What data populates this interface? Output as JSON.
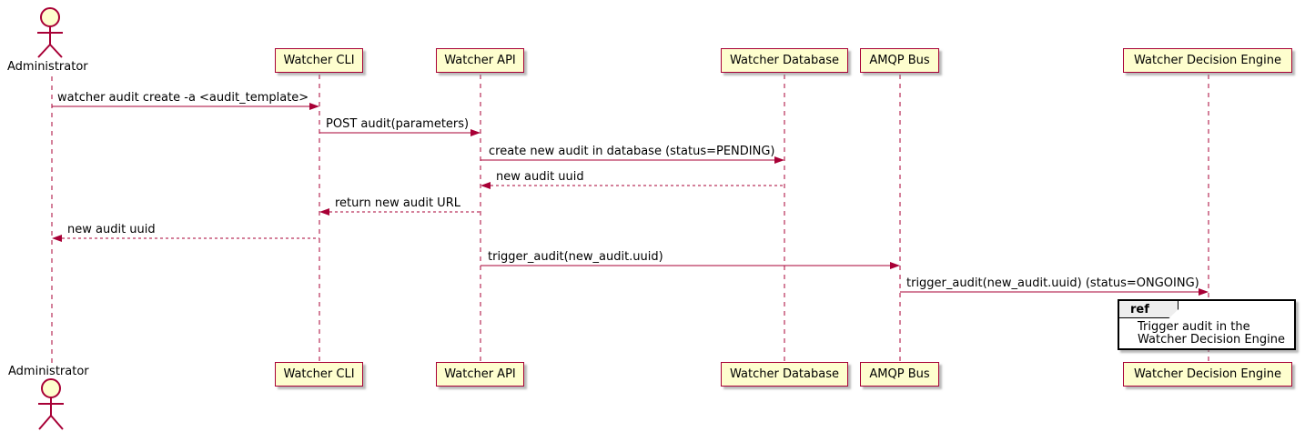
{
  "diagram": {
    "type": "plantuml-sequence",
    "actor": {
      "label": "Administrator"
    },
    "participants": [
      {
        "label": "Watcher CLI"
      },
      {
        "label": "Watcher API"
      },
      {
        "label": "Watcher Database"
      },
      {
        "label": "AMQP Bus"
      },
      {
        "label": "Watcher Decision Engine"
      }
    ],
    "messages": [
      {
        "label": "watcher audit create -a <audit_template>",
        "from": "Administrator",
        "to": "Watcher CLI",
        "line": "solid"
      },
      {
        "label": "POST audit(parameters)",
        "from": "Watcher CLI",
        "to": "Watcher API",
        "line": "solid"
      },
      {
        "label": "create new audit in database (status=PENDING)",
        "from": "Watcher API",
        "to": "Watcher Database",
        "line": "solid"
      },
      {
        "label": "new audit uuid",
        "from": "Watcher Database",
        "to": "Watcher API",
        "line": "dashed"
      },
      {
        "label": "return new audit URL",
        "from": "Watcher API",
        "to": "Watcher CLI",
        "line": "dashed"
      },
      {
        "label": "new audit uuid",
        "from": "Watcher CLI",
        "to": "Administrator",
        "line": "dashed"
      },
      {
        "label": "trigger_audit(new_audit.uuid)",
        "from": "Watcher API",
        "to": "AMQP Bus",
        "line": "solid"
      },
      {
        "label": "trigger_audit(new_audit.uuid) (status=ONGOING)",
        "from": "AMQP Bus",
        "to": "Watcher Decision Engine",
        "line": "solid"
      }
    ],
    "ref": {
      "keyword": "ref",
      "lines": [
        "Trigger audit in the",
        "Watcher Decision Engine"
      ]
    },
    "colors": {
      "accent": "#A80036",
      "participant_fill": "#FEFECE",
      "ref_header_fill": "#EEEEEE",
      "text": "#000000",
      "background": "#FFFFFF"
    }
  }
}
